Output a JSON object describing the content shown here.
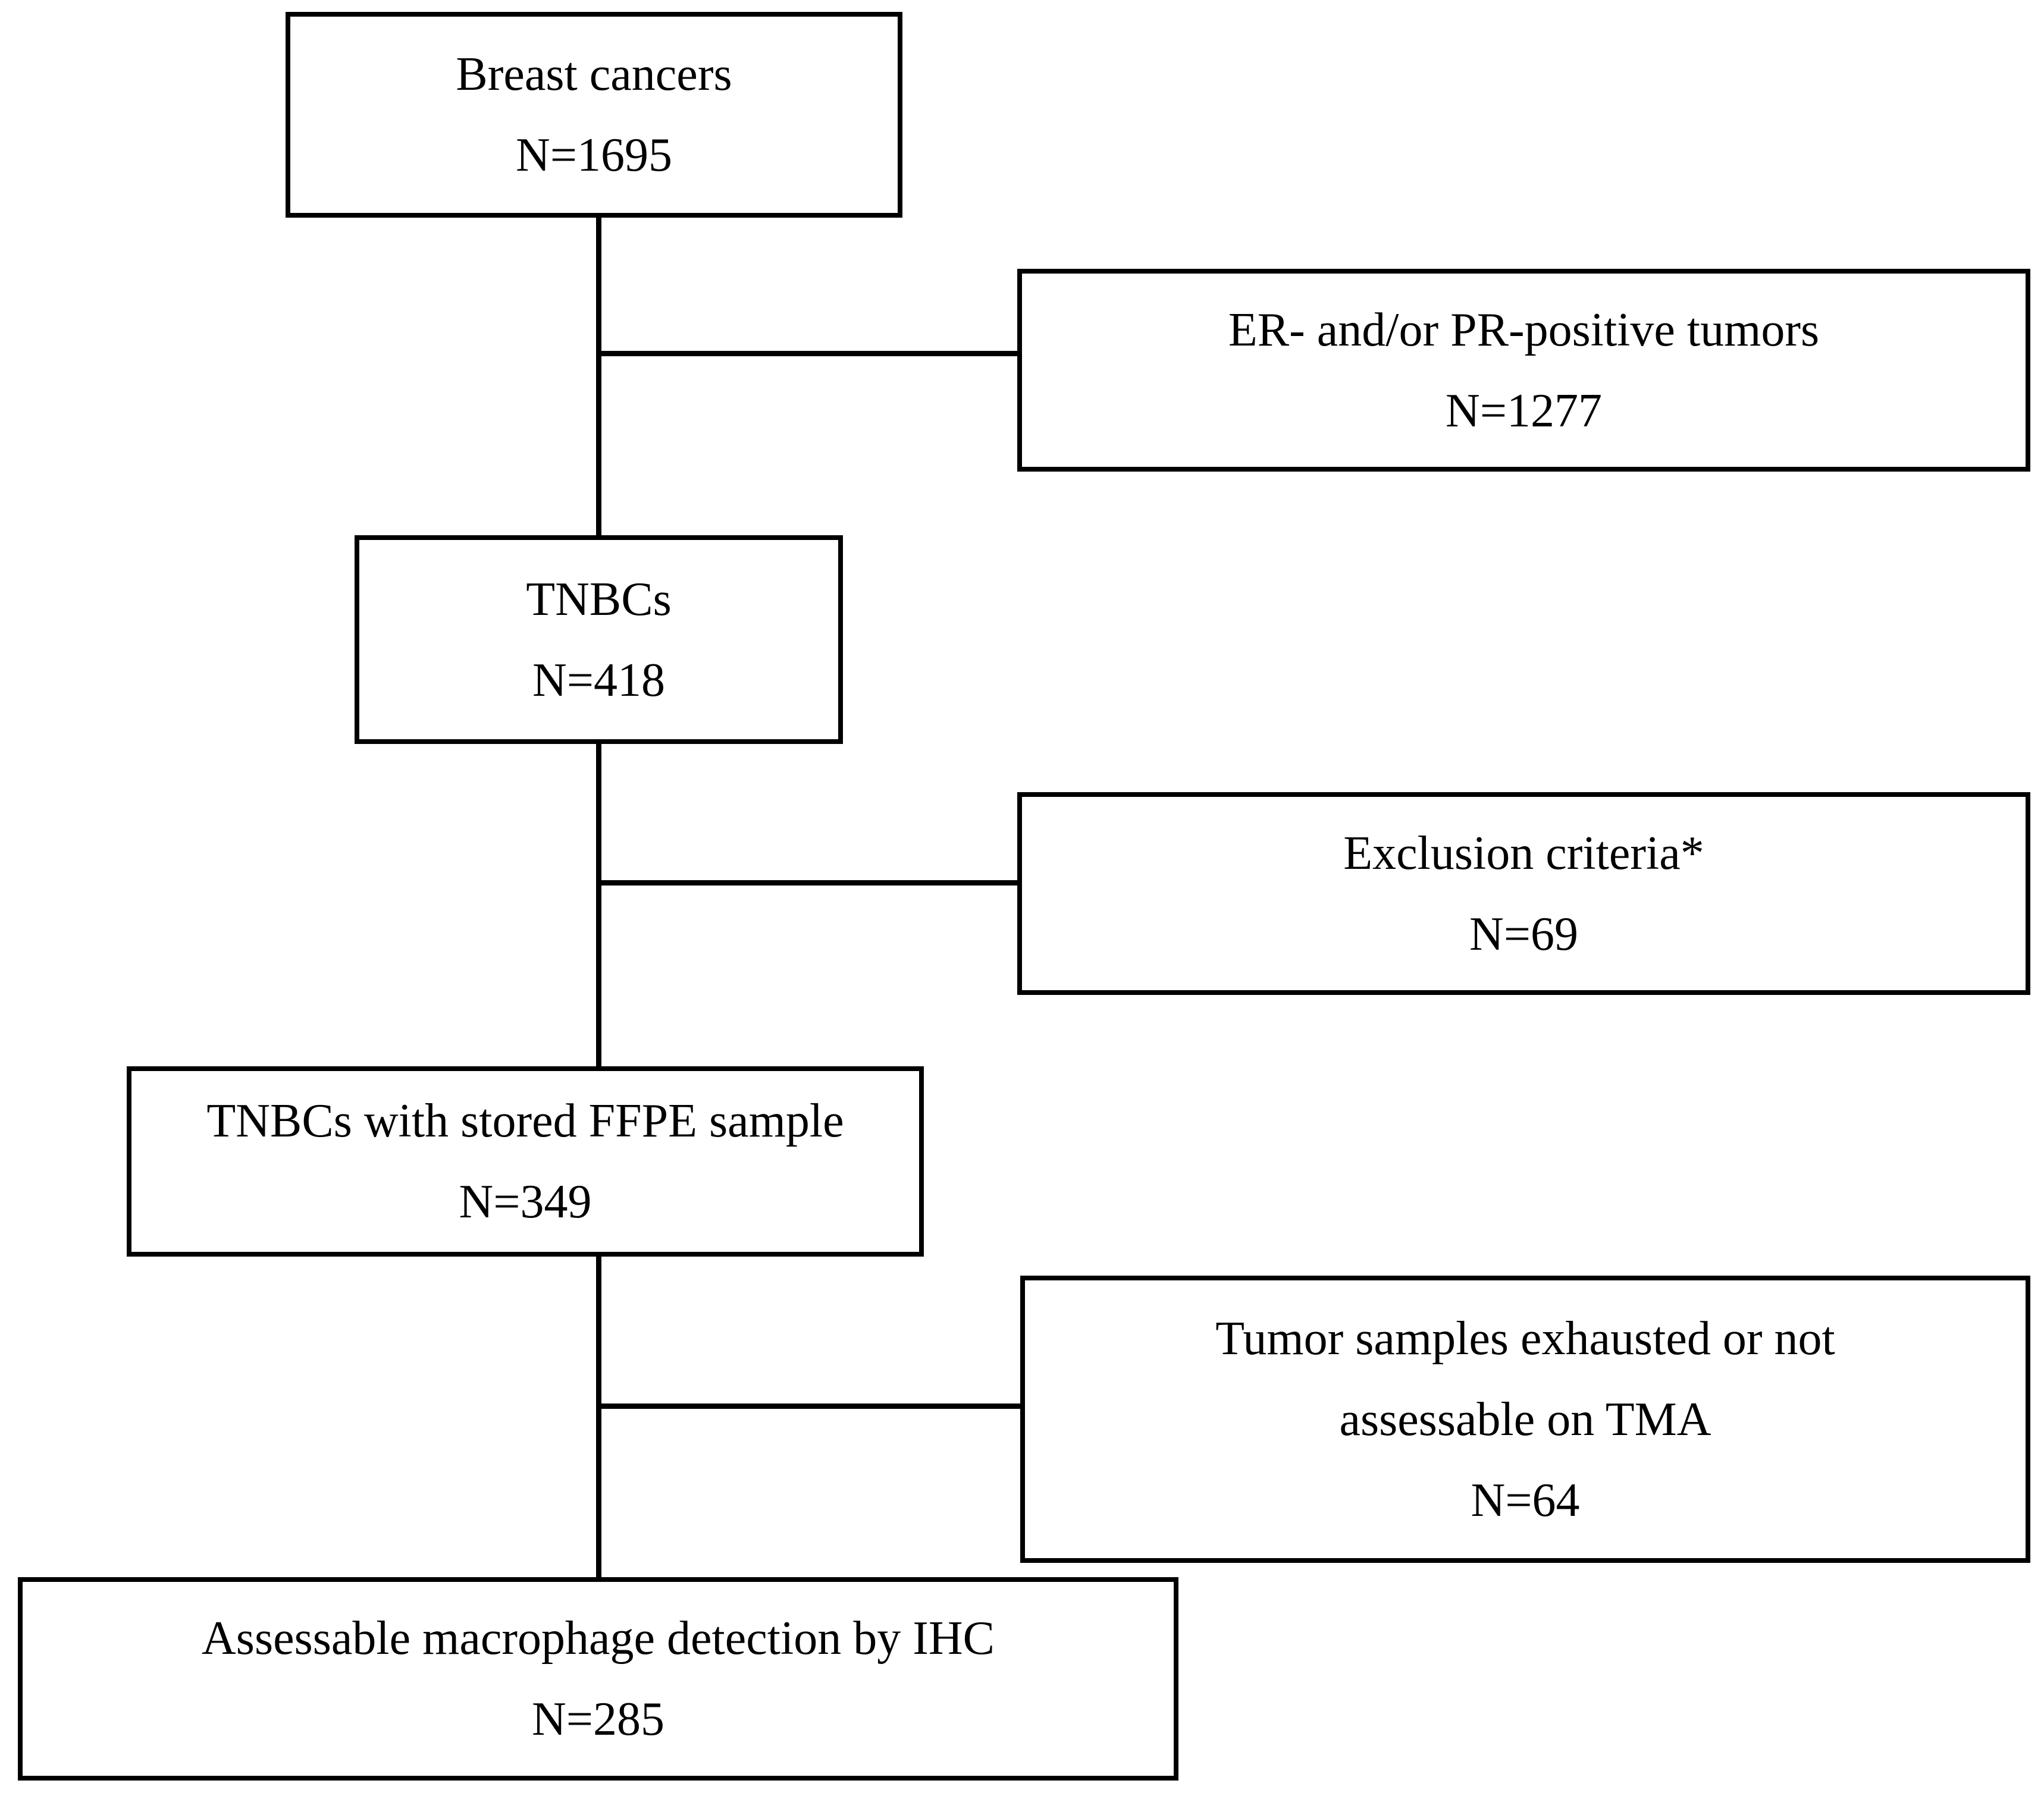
{
  "figure": {
    "type": "patient-selection-flowchart",
    "colors": {
      "line": "#000000",
      "text": "#000000",
      "background": "#ffffff"
    }
  },
  "boxes": [
    {
      "id": "breast-cancers",
      "lines": [
        "Breast cancers",
        "N=1695"
      ],
      "n": 1695
    },
    {
      "id": "er-pr-positive",
      "lines": [
        "ER- and/or PR-positive tumors",
        "N=1277"
      ],
      "n": 1277
    },
    {
      "id": "tnbcs",
      "lines": [
        "TNBCs",
        "N=418"
      ],
      "n": 418
    },
    {
      "id": "exclusion-criteria",
      "lines": [
        "Exclusion criteria*",
        "N=69"
      ],
      "n": 69
    },
    {
      "id": "tnbcs-ffpe",
      "lines": [
        "TNBCs with stored FFPE sample",
        "N=349"
      ],
      "n": 349
    },
    {
      "id": "samples-exhausted",
      "lines": [
        "Tumor samples exhausted or not",
        "assessable on TMA",
        "N=64"
      ],
      "n": 64
    },
    {
      "id": "assessable-ihc",
      "lines": [
        "Assessable macrophage detection by IHC",
        "N=285"
      ],
      "n": 285
    }
  ],
  "flow": [
    {
      "from": "breast-cancers",
      "to": "tnbcs"
    },
    {
      "from": "breast-cancers",
      "to": "er-pr-positive"
    },
    {
      "from": "tnbcs",
      "to": "tnbcs-ffpe"
    },
    {
      "from": "tnbcs",
      "to": "exclusion-criteria"
    },
    {
      "from": "tnbcs-ffpe",
      "to": "assessable-ihc"
    },
    {
      "from": "tnbcs-ffpe",
      "to": "samples-exhausted"
    }
  ]
}
